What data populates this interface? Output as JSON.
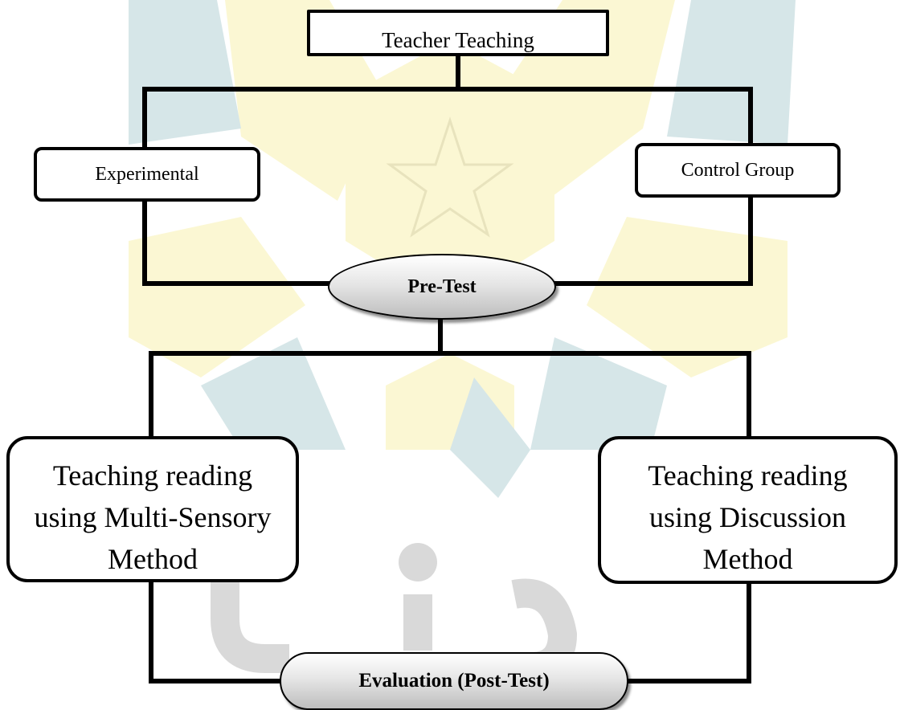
{
  "diagram": {
    "top_box": "Teacher Teaching",
    "left_group": "Experimental",
    "right_group": "Control Group",
    "pretest": "Pre-Test",
    "left_method": "Teaching reading using Multi-Sensory Method",
    "right_method": "Teaching reading using Discussion Method",
    "evaluation": "Evaluation (Post-Test)"
  },
  "colors": {
    "watermark_teal": "#d6e6e8",
    "watermark_yellow": "#fbf7d3",
    "watermark_gray": "#d9d9d9"
  }
}
